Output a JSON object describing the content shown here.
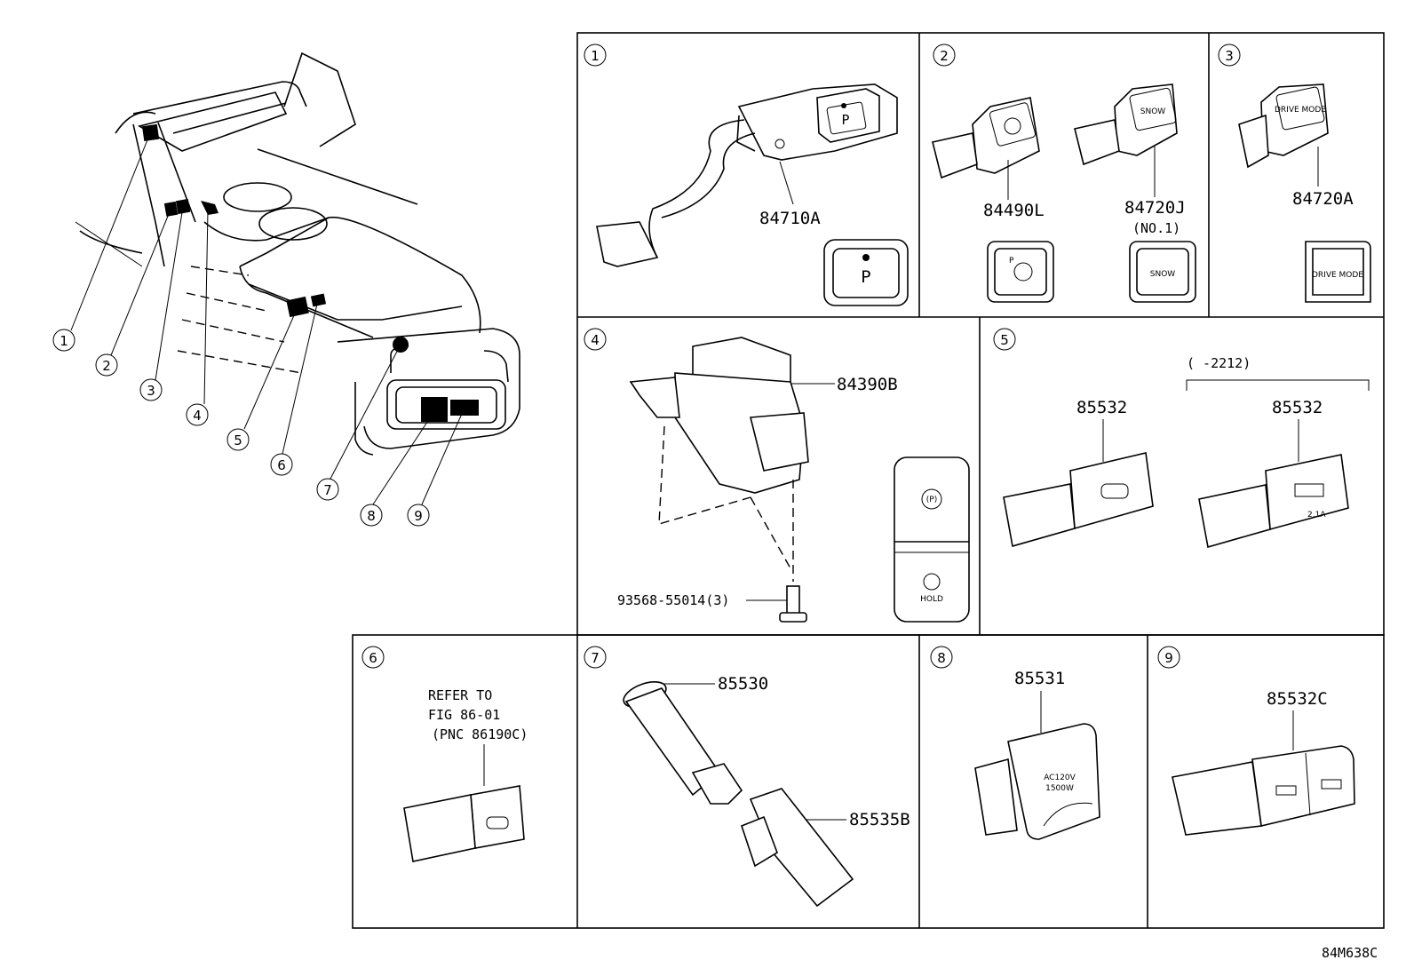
{
  "diagram_code": "84M638C",
  "callouts": [
    "1",
    "2",
    "3",
    "4",
    "5",
    "6",
    "7",
    "8",
    "9"
  ],
  "panels": {
    "p1": {
      "num": "1",
      "parts": [
        "84710A"
      ],
      "button_text": "P"
    },
    "p2": {
      "num": "2",
      "parts": [
        "84490L",
        "84720J"
      ],
      "note": "(NO.1)",
      "snow_text": "SNOW",
      "p_marker": "P"
    },
    "p3": {
      "num": "3",
      "parts": [
        "84720A"
      ],
      "button_text": "DRIVE MODE"
    },
    "p4": {
      "num": "4",
      "parts": [
        "84390B"
      ],
      "screw": "93568-55014(3)",
      "hold_text": "HOLD",
      "park_icon": "(P)"
    },
    "p5": {
      "num": "5",
      "parts": [
        "85532",
        "85532"
      ],
      "range": "(      -2212)",
      "amp_text": "2.1A"
    },
    "p6": {
      "num": "6",
      "refer": [
        "REFER TO",
        "FIG 86-01",
        "(PNC 86190C)"
      ]
    },
    "p7": {
      "num": "7",
      "parts": [
        "85530",
        "85535B"
      ]
    },
    "p8": {
      "num": "8",
      "parts": [
        "85531"
      ],
      "outlet_text": [
        "AC120V",
        "1500W"
      ]
    },
    "p9": {
      "num": "9",
      "parts": [
        "85532C"
      ]
    }
  }
}
